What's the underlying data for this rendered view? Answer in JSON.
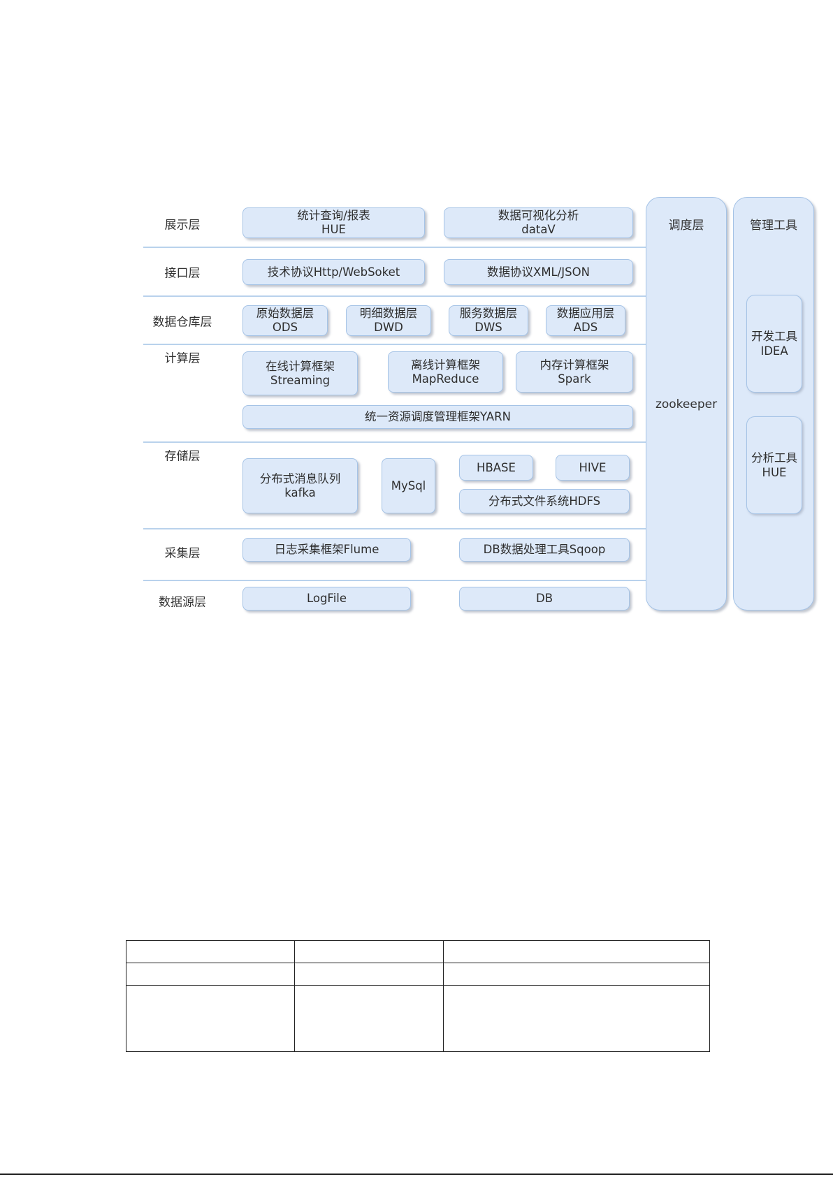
{
  "layers": {
    "presentation": "展示层",
    "interface": "接口层",
    "warehouse": "数据仓库层",
    "compute": "计算层",
    "storage": "存储层",
    "collection": "采集层",
    "source": "数据源层"
  },
  "presentation": {
    "box1": [
      "统计查询/报表",
      "HUE"
    ],
    "box2": [
      "数据可视化分析",
      "dataV"
    ]
  },
  "interface": {
    "box1": "技术协议Http/WebSoket",
    "box2": "数据协议XML/JSON"
  },
  "warehouse": {
    "ods": [
      "原始数据层",
      "ODS"
    ],
    "dwd": [
      "明细数据层",
      "DWD"
    ],
    "dws": [
      "服务数据层",
      "DWS"
    ],
    "ads": [
      "数据应用层",
      "ADS"
    ]
  },
  "compute": {
    "streaming": [
      "在线计算框架",
      "Streaming"
    ],
    "mapreduce": [
      "离线计算框架",
      "MapReduce"
    ],
    "spark": [
      "内存计算框架",
      "Spark"
    ],
    "yarn": "统一资源调度管理框架YARN"
  },
  "storage": {
    "kafka": [
      "分布式消息队列",
      "kafka"
    ],
    "mysql": "MySql",
    "hbase": "HBASE",
    "hive": "HIVE",
    "hdfs": "分布式文件系统HDFS"
  },
  "collection": {
    "flume": "日志采集框架Flume",
    "sqoop": "DB数据处理工具Sqoop"
  },
  "source": {
    "logfile": "LogFile",
    "db": "DB"
  },
  "scheduler": {
    "title": "调度层",
    "tool": "zookeeper"
  },
  "management": {
    "title": "管理工具",
    "dev": [
      "开发工具",
      "IDEA"
    ],
    "analysis": [
      "分析工具",
      "HUE"
    ]
  },
  "table": {
    "rows": [
      [
        "",
        "",
        ""
      ],
      [
        "",
        "",
        ""
      ],
      [
        "",
        "",
        ""
      ]
    ]
  }
}
